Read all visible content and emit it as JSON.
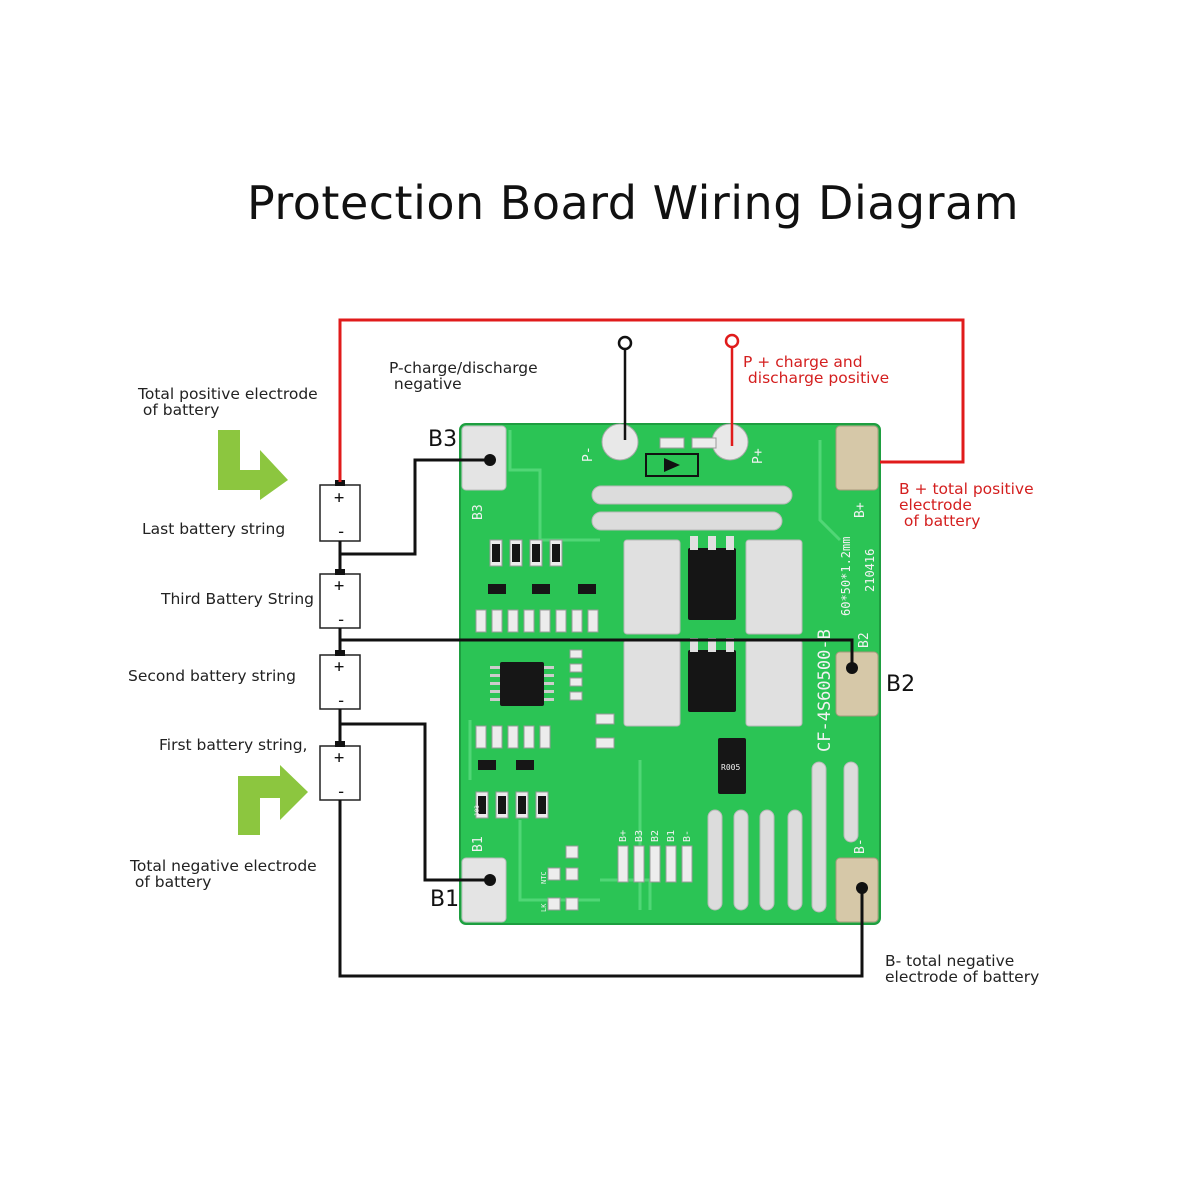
{
  "title": "Protection Board Wiring Diagram",
  "labels": {
    "total_positive": "Total positive electrode\n of battery",
    "last_string": "Last battery string",
    "third_string": "Third Battery String",
    "second_string": "Second battery string",
    "first_string": "First battery string,",
    "total_negative": "Total negative electrode\n of battery",
    "p_negative": "P-charge/discharge\n negative",
    "p_positive": "P + charge and\n discharge positive",
    "b_plus": "B + total positive\nelectrode\n of battery",
    "b_minus": "B- total negative\nelectrode of battery"
  },
  "taps": {
    "b1": "B1",
    "b2": "B2",
    "b3": "B3"
  },
  "cell": {
    "plus": "+",
    "minus": "-"
  },
  "board": {
    "model": "CF-4S60500-B",
    "size": "60*50*1.2mm",
    "date": "210416",
    "pad_b3": "B3",
    "pad_b1": "B1",
    "pad_b2": "B2",
    "pad_bplus": "B+",
    "pad_bminus": "B-",
    "p_minus": "P-",
    "p_plus": "P+",
    "header_labels": [
      "B+",
      "B3",
      "B2",
      "B1",
      "B-"
    ],
    "ntc": "NTC",
    "lk": "LK",
    "chip_a": "R005",
    "resistor_code": "103"
  },
  "colors": {
    "wire": "#111111",
    "positive_wire": "#e01b1b",
    "board": "#2bc455",
    "arrow": "#8cc63f",
    "pad": "#d8d8d8"
  }
}
